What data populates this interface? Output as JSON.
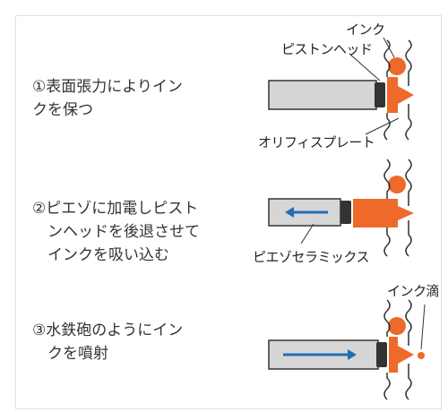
{
  "steps": [
    {
      "text": "①表面張力によりイン\nクを保つ"
    },
    {
      "text": "②ピエゾに加電しピスト\n　ンヘッドを後退させて\n　インクを吸い込む"
    },
    {
      "text": "③水鉄砲のようにイン\n　クを噴射"
    }
  ],
  "labels": {
    "ink": "インク",
    "piston_head": "ピストンヘッド",
    "orifice_plate": "オリフィスプレート",
    "piezo_ceramics": "ピエゾセラミックス",
    "ink_drop": "インク滴"
  },
  "colors": {
    "ink": "#ee6a2a",
    "piston": "#d6d6d6",
    "head": "#333333",
    "arrow": "#1f6fb2",
    "frame": "#cfe6ea"
  }
}
